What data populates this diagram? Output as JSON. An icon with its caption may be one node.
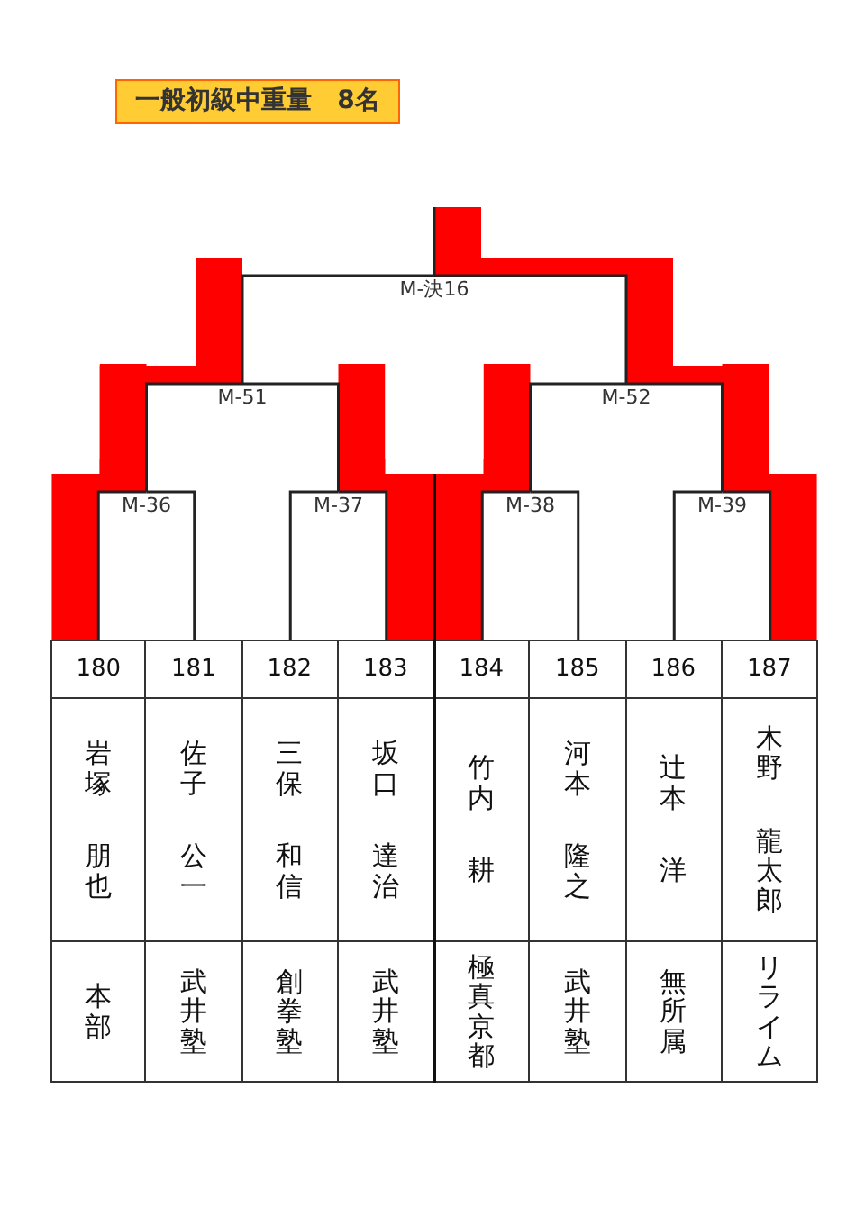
{
  "diagram": {
    "title": "一般初級中重量　8名",
    "nodes": [
      {
        "text": [
          "M-決16"
        ]
      },
      {
        "text": [
          "M-51"
        ]
      },
      {
        "text": [
          "M-52"
        ]
      },
      {
        "text": [
          "M-36"
        ]
      },
      {
        "text": [
          "M-37"
        ]
      },
      {
        "text": [
          "M-38"
        ]
      },
      {
        "text": [
          "M-39"
        ]
      },
      {
        "text": [
          "180",
          "岩塚",
          "朋也",
          "本部"
        ]
      },
      {
        "text": [
          "181",
          "佐子",
          "公一",
          "武井塾"
        ]
      },
      {
        "text": [
          "182",
          "三保",
          "和信",
          "創拳塾"
        ]
      },
      {
        "text": [
          "183",
          "坂口",
          "達治",
          "武井塾"
        ]
      },
      {
        "text": [
          "184",
          "竹内",
          "耕",
          "極真京都"
        ]
      },
      {
        "text": [
          "185",
          "河本",
          "隆之",
          "武井塾"
        ]
      },
      {
        "text": [
          "186",
          "辻本",
          "洋",
          "無所属"
        ]
      },
      {
        "text": [
          "187",
          "木野",
          "龍太郎",
          "リライム"
        ]
      }
    ],
    "edges": [
      {
        "from": 7,
        "to": 3,
        "arrow": "none"
      },
      {
        "from": 7,
        "to": 3,
        "arrow": "none",
        "style": "thick",
        "color": "#ff0000"
      },
      {
        "from": 8,
        "to": 3,
        "arrow": "none"
      },
      {
        "from": 9,
        "to": 4,
        "arrow": "none"
      },
      {
        "from": 10,
        "to": 4,
        "arrow": "none"
      },
      {
        "from": 10,
        "to": 4,
        "arrow": "none",
        "style": "thick",
        "color": "#ff0000"
      },
      {
        "from": 11,
        "to": 5,
        "arrow": "none"
      },
      {
        "from": 11,
        "to": 5,
        "arrow": "none",
        "style": "thick",
        "color": "#ff0000"
      },
      {
        "from": 12,
        "to": 5,
        "arrow": "none"
      },
      {
        "from": 13,
        "to": 6,
        "arrow": "none"
      },
      {
        "from": 14,
        "to": 6,
        "arrow": "none"
      },
      {
        "from": 14,
        "to": 6,
        "arrow": "none",
        "style": "thick",
        "color": "#ff0000"
      },
      {
        "from": 3,
        "to": 1,
        "arrow": "none"
      },
      {
        "from": 3,
        "to": 1,
        "arrow": "none",
        "style": "thick",
        "color": "#ff0000"
      },
      {
        "from": 4,
        "to": 1,
        "arrow": "none"
      },
      {
        "from": 5,
        "to": 2,
        "arrow": "none"
      },
      {
        "from": 6,
        "to": 2,
        "arrow": "none"
      },
      {
        "from": 6,
        "to": 2,
        "arrow": "none",
        "style": "thick",
        "color": "#ff0000"
      },
      {
        "from": 1,
        "to": 0,
        "arrow": "none"
      },
      {
        "from": 2,
        "to": 0,
        "arrow": "none"
      },
      {
        "from": 2,
        "to": 0,
        "arrow": "none",
        "style": "thick",
        "color": "#ff0000"
      },
      {
        "from": 0,
        "to": null,
        "arrow": "none"
      }
    ]
  }
}
